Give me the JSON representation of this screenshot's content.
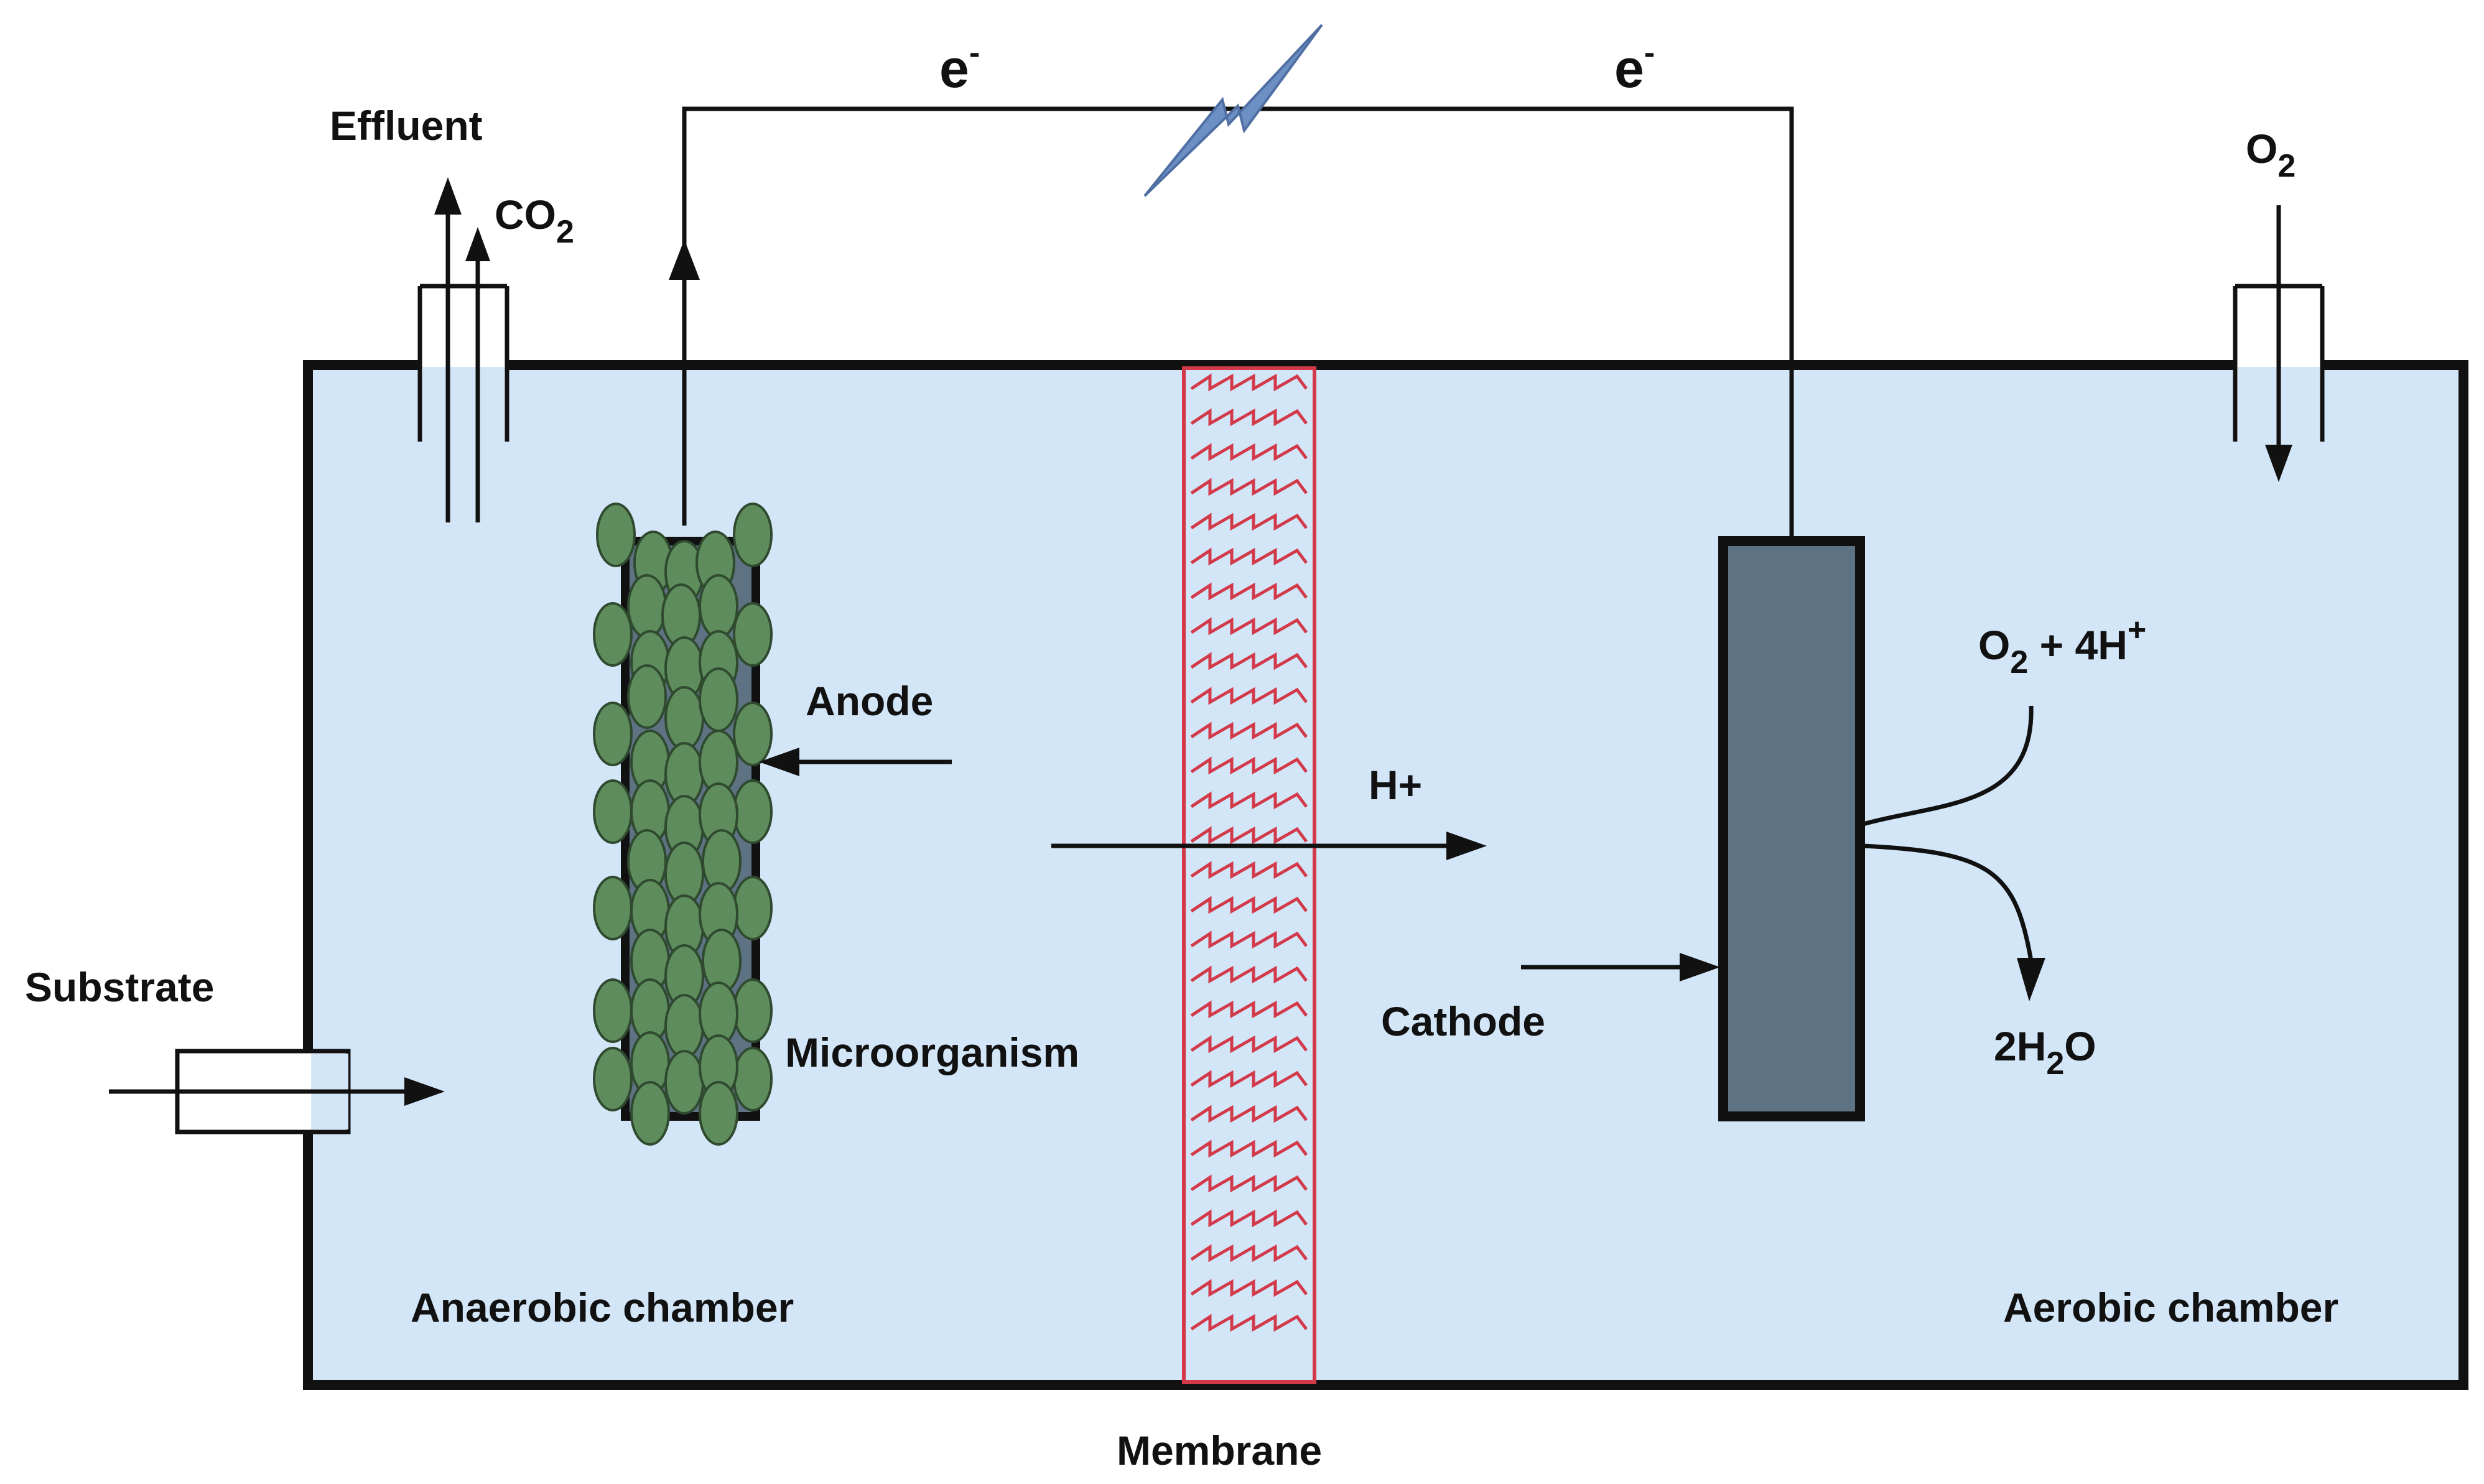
{
  "labels": {
    "effluent": "Effluent",
    "co2_base": "CO",
    "co2_sub": "2",
    "o2_inlet_base": "O",
    "o2_inlet_sub": "2",
    "electron_left_base": "e",
    "electron_left_sup": "-",
    "electron_right_base": "e",
    "electron_right_sup": "-",
    "anode": "Anode",
    "microorganism": "Microorganism",
    "proton": "H+",
    "cathode": "Cathode",
    "reactant_o2": "O",
    "reactant_o2_sub": "2",
    "reactant_rest": " + 4H",
    "reactant_sup": "+",
    "product_pre": "2H",
    "product_sub": "2",
    "product_post": "O",
    "substrate": "Substrate",
    "anaerobic_chamber": "Anaerobic chamber",
    "aerobic_chamber": "Aerobic chamber",
    "membrane": "Membrane"
  },
  "colors": {
    "chamber_fill": "#d3e6f8",
    "outline": "#111111",
    "electrode_fill": "#5d7283",
    "microbe_fill": "#5e8c5c",
    "microbe_stroke": "#2f4a2f",
    "membrane_zigzag": "#d23a4a",
    "lightning": "#6c8fc4"
  },
  "icons": {
    "load": "lightning-bolt-icon",
    "microbe": "microorganism-cell-icon"
  }
}
